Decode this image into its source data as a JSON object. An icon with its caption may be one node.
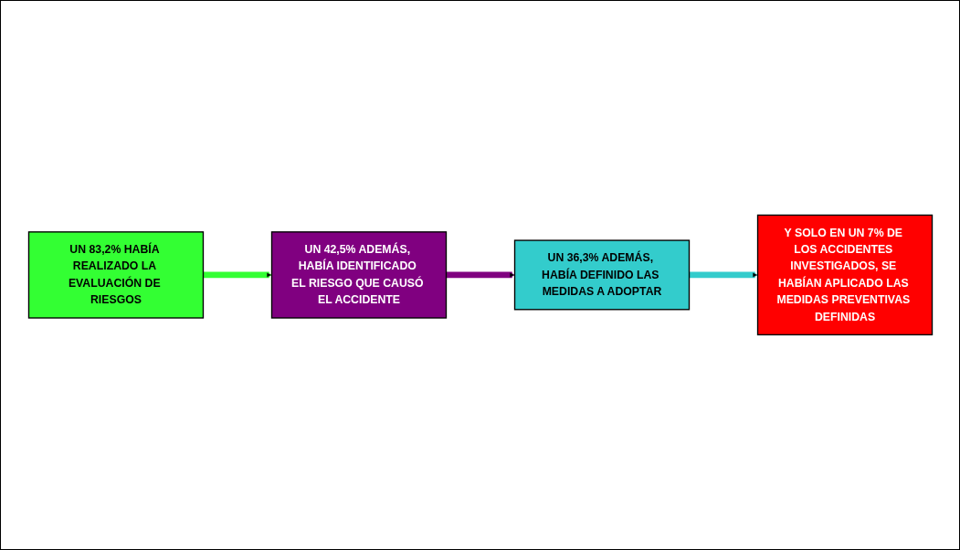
{
  "diagram": {
    "nodes": [
      {
        "text": [
          "UN 83,2% HABÍA REALIZADO LA EVALUACIÓN DE RIESGOS"
        ]
      },
      {
        "text": [
          "UN 42,5% ADEMÁS, HABÍA IDENTIFICADO EL RIESGO QUE CAUSÓ EL ACCIDENTE"
        ]
      },
      {
        "text": [
          "UN 36,3% ADEMÁS, HABÍA DEFINIDO LAS MEDIDAS A ADOPTAR"
        ]
      },
      {
        "text": [
          "Y SOLO EN UN 7% DE LOS ACCIDENTES INVESTIGADOS, SE HABÍAN APLICADO LAS MEDIDAS PREVENTIVAS DEFINIDAS"
        ]
      }
    ],
    "edges": [
      {
        "from": 0,
        "to": 1,
        "arrow": "to",
        "color": "#33ff33"
      },
      {
        "from": 1,
        "to": 2,
        "arrow": "to",
        "color": "#800080"
      },
      {
        "from": 2,
        "to": 3,
        "arrow": "to",
        "color": "#33cccc"
      }
    ]
  }
}
